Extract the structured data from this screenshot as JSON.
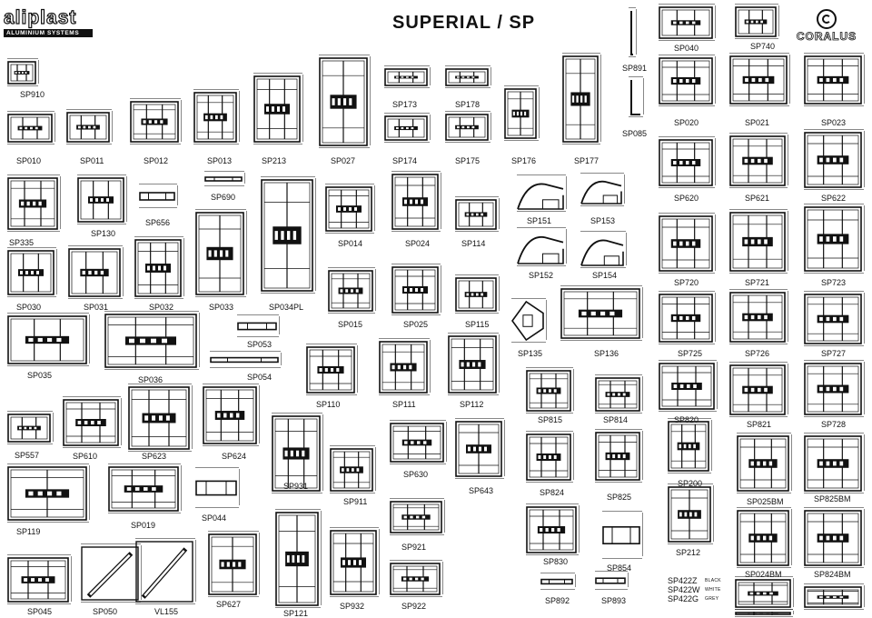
{
  "brand": {
    "name": "aliplast",
    "subtitle": "ALUMINIUM SYSTEMS"
  },
  "title": "SUPERIAL / SP",
  "partner": {
    "name": "CORALUS"
  },
  "profiles": [
    "SP910",
    "SP010",
    "SP011",
    "SP012",
    "SP013",
    "SP213",
    "SP027",
    "SP173",
    "SP178",
    "SP174",
    "SP175",
    "SP176",
    "SP177",
    "SP891",
    "SP085",
    "SP040",
    "SP740",
    "SP020",
    "SP021",
    "SP023",
    "SP335",
    "SP130",
    "SP656",
    "SP690",
    "SP014",
    "SP024",
    "SP114",
    "SP151",
    "SP153",
    "SP152",
    "SP154",
    "SP620",
    "SP621",
    "SP622",
    "SP720",
    "SP721",
    "SP723",
    "SP030",
    "SP031",
    "SP032",
    "SP033",
    "SP034PL",
    "SP015",
    "SP025",
    "SP115",
    "SP135",
    "SP136",
    "SP725",
    "SP726",
    "SP727",
    "SP035",
    "SP036",
    "SP053",
    "SP054",
    "SP110",
    "SP111",
    "SP112",
    "SP815",
    "SP814",
    "SP820",
    "SP821",
    "SP728",
    "SP557",
    "SP610",
    "SP623",
    "SP624",
    "SP630",
    "SP643",
    "SP824",
    "SP825",
    "SP200",
    "SP025BM",
    "SP825BM",
    "SP119",
    "SP019",
    "SP044",
    "SP931",
    "SP911",
    "SP921",
    "SP830",
    "SP854",
    "SP212",
    "SP024BM",
    "SP824BM",
    "SP045",
    "SP050",
    "VL155",
    "SP627",
    "SP121",
    "SP932",
    "SP922",
    "SP892",
    "SP893"
  ],
  "colors": [
    {
      "code": "SP422Z",
      "name": "BLACK"
    },
    {
      "code": "SP422W",
      "name": "WHITE"
    },
    {
      "code": "SP422G",
      "name": "GREY"
    }
  ]
}
